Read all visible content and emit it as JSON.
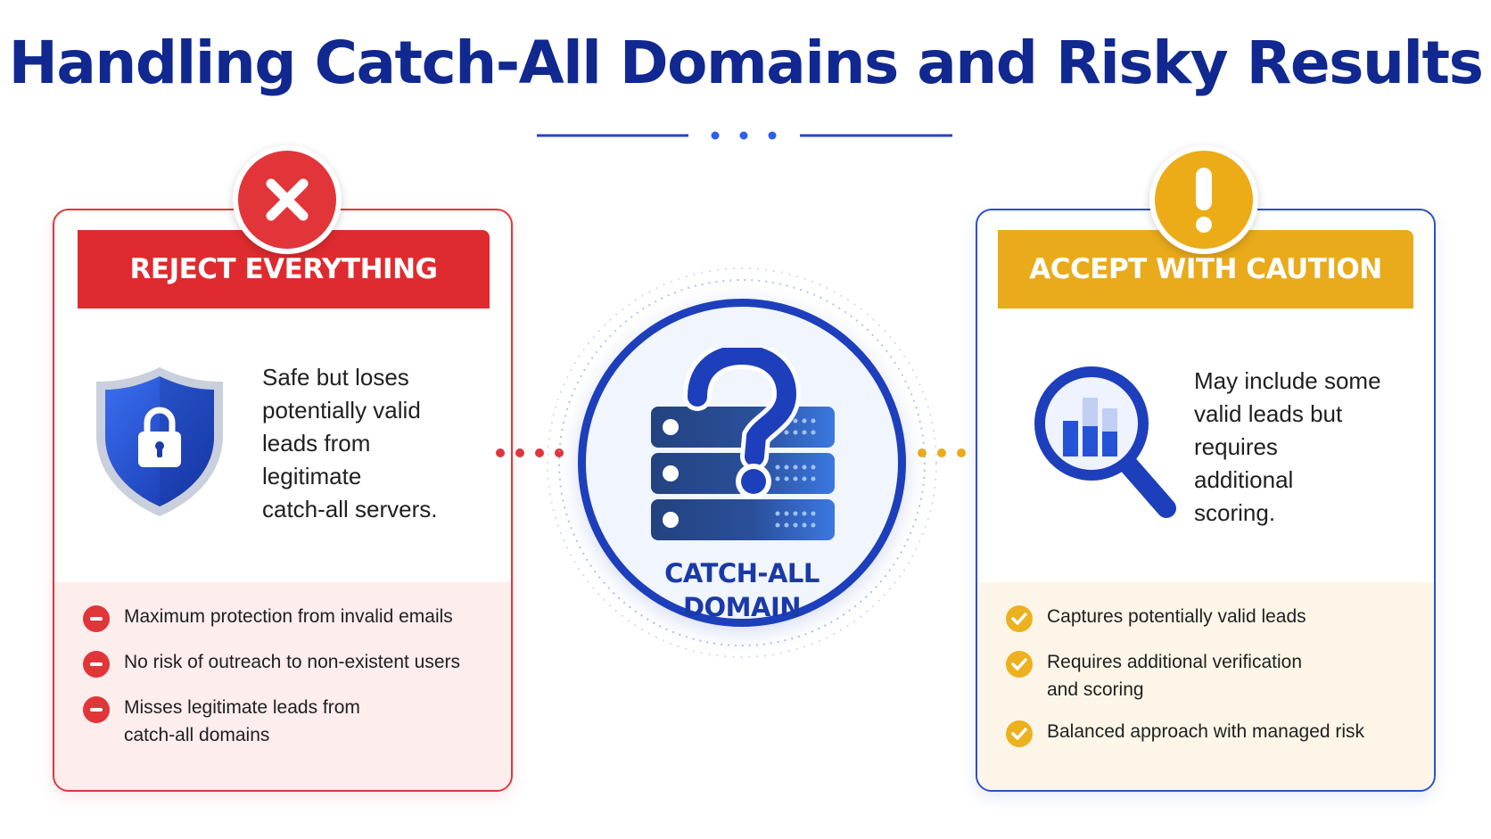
{
  "title": "Handling Catch-All Domains and Risky Results",
  "center": {
    "label_line1": "CATCH-ALL",
    "label_line2": "DOMAIN",
    "icon": "server-question-icon"
  },
  "reject": {
    "heading": "REJECT EVERYTHING",
    "badge_icon": "x-icon",
    "illustration_icon": "shield-lock-icon",
    "description_lines": [
      "Safe but loses",
      "potentially valid",
      "leads from",
      "legitimate",
      "catch-all servers."
    ],
    "items": [
      {
        "lines": [
          "Maximum protection from invalid emails"
        ],
        "icon": "minus-icon"
      },
      {
        "lines": [
          "No risk of outreach to non-existent users"
        ],
        "icon": "minus-icon"
      },
      {
        "lines": [
          "Misses legitimate leads from",
          "catch-all domains"
        ],
        "icon": "minus-icon"
      }
    ],
    "accent": "#e2353a"
  },
  "accept": {
    "heading": "ACCEPT WITH CAUTION",
    "badge_icon": "exclamation-icon",
    "illustration_icon": "magnifier-chart-icon",
    "description_lines": [
      "May include some",
      "valid leads but",
      "requires",
      "additional",
      "scoring."
    ],
    "items": [
      {
        "lines": [
          "Captures potentially valid leads"
        ],
        "icon": "check-icon"
      },
      {
        "lines": [
          "Requires additional verification",
          "and scoring"
        ],
        "icon": "check-icon"
      },
      {
        "lines": [
          "Balanced approach with managed risk"
        ],
        "icon": "check-icon"
      }
    ],
    "accent": "#ecac17"
  },
  "colors": {
    "title": "#10288f",
    "primary": "#1d3fbc",
    "red": "#e2353a",
    "yellow": "#ecac17"
  }
}
